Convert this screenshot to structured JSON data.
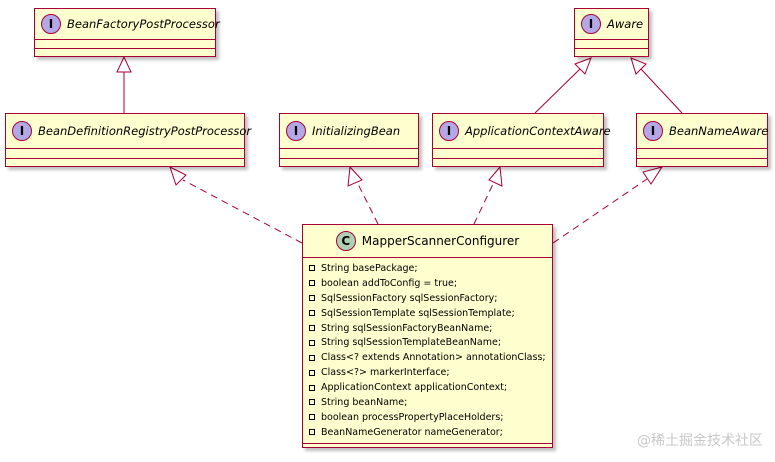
{
  "diagram": {
    "interfaces": {
      "bean_factory_post_processor": {
        "badge": "I",
        "name": "BeanFactoryPostProcessor"
      },
      "aware": {
        "badge": "I",
        "name": "Aware"
      },
      "bean_definition_registry_post_processor": {
        "badge": "I",
        "name": "BeanDefinitionRegistryPostProcessor"
      },
      "initializing_bean": {
        "badge": "I",
        "name": "InitializingBean"
      },
      "application_context_aware": {
        "badge": "I",
        "name": "ApplicationContextAware"
      },
      "bean_name_aware": {
        "badge": "I",
        "name": "BeanNameAware"
      }
    },
    "main_class": {
      "badge": "C",
      "name": "MapperScannerConfigurer",
      "fields": [
        "String basePackage;",
        "boolean addToConfig = true;",
        "SqlSessionFactory sqlSessionFactory;",
        "SqlSessionTemplate sqlSessionTemplate;",
        "String sqlSessionFactoryBeanName;",
        "String sqlSessionTemplateBeanName;",
        "Class<? extends Annotation> annotationClass;",
        "Class<?> markerInterface;",
        "ApplicationContext applicationContext;",
        "String beanName;",
        "boolean processPropertyPlaceHolders;",
        "BeanNameGenerator nameGenerator;"
      ]
    },
    "colors": {
      "box_fill": "#fefece",
      "border": "#a80036",
      "interface_badge": "#b4a7e5",
      "class_badge": "#add1b2"
    }
  },
  "watermark": "@稀土掘金技术社区"
}
